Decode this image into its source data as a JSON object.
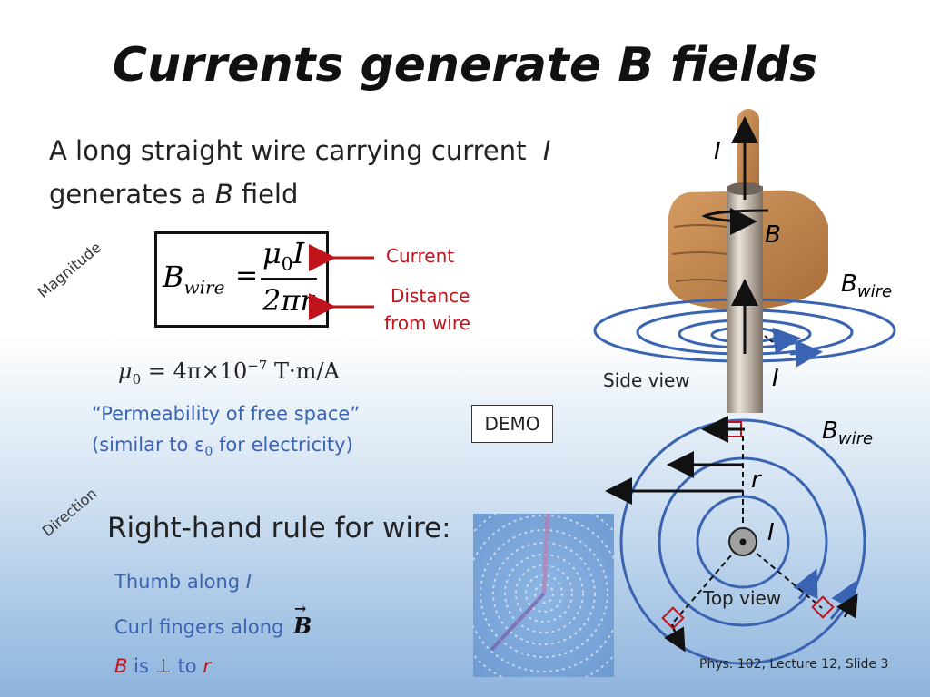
{
  "slide": {
    "title": "Currents generate B fields",
    "intro_line1_text": "A long straight wire carrying current",
    "intro_line1_var": "I",
    "intro_line2_a": "generates a",
    "intro_line2_var": "B",
    "intro_line2_b": "field",
    "magnitude_label": "Magnitude",
    "direction_label": "Direction",
    "formula": {
      "lhs": "B",
      "lhs_sub": "wire",
      "eq": "=",
      "num_mu": "μ",
      "num_sub": "0",
      "num_I": "I",
      "den": "2πr"
    },
    "annot_current": "Current",
    "annot_distance_1": "Distance",
    "annot_distance_2": "from wire",
    "mu0_mu": "μ",
    "mu0_sub": "0",
    "mu0_rest": "= 4π×10",
    "mu0_exp": "−7",
    "mu0_units": "T·m/A",
    "permeability": "“Permeability of free space”",
    "similar_a": "(similar to ε",
    "similar_sub": "0",
    "similar_b": " for electricity)",
    "demo_label": "DEMO",
    "rhr_title": "Right-hand rule for wire:",
    "thumb_a": "Thumb along",
    "thumb_var": "I",
    "curl_a": "Curl fingers along",
    "curl_var": "B",
    "perp_B": "B",
    "perp_is": "is",
    "perp_sym": "⊥",
    "perp_to": "to",
    "perp_r": "r",
    "footer": "Phys. 102, Lecture 12, Slide 3"
  },
  "diagram": {
    "I_top": "I",
    "B_label": "B",
    "Bwire_top": "B",
    "Bwire_top_sub": "wire",
    "side_view": "Side view",
    "I_side": "I",
    "Bwire_bottom": "B",
    "Bwire_bottom_sub": "wire",
    "r_label": "r",
    "I_topview": "I",
    "top_view": "Top view"
  },
  "colors": {
    "accent_red": "#c0141c",
    "field_blue": "#3a64b2",
    "text_dark": "#222222"
  }
}
